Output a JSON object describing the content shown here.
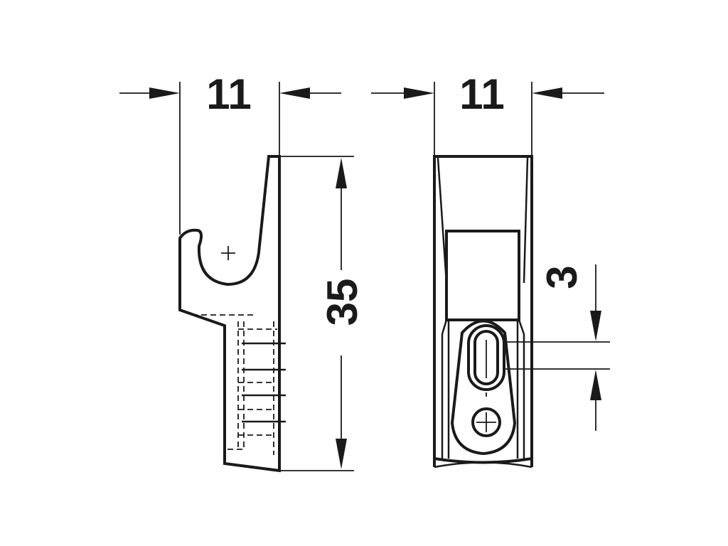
{
  "dimensions": {
    "side_width": "11",
    "front_width": "11",
    "height": "35",
    "slot": "3"
  },
  "colors": {
    "line": "#1a1a1a",
    "background": "#ffffff"
  }
}
